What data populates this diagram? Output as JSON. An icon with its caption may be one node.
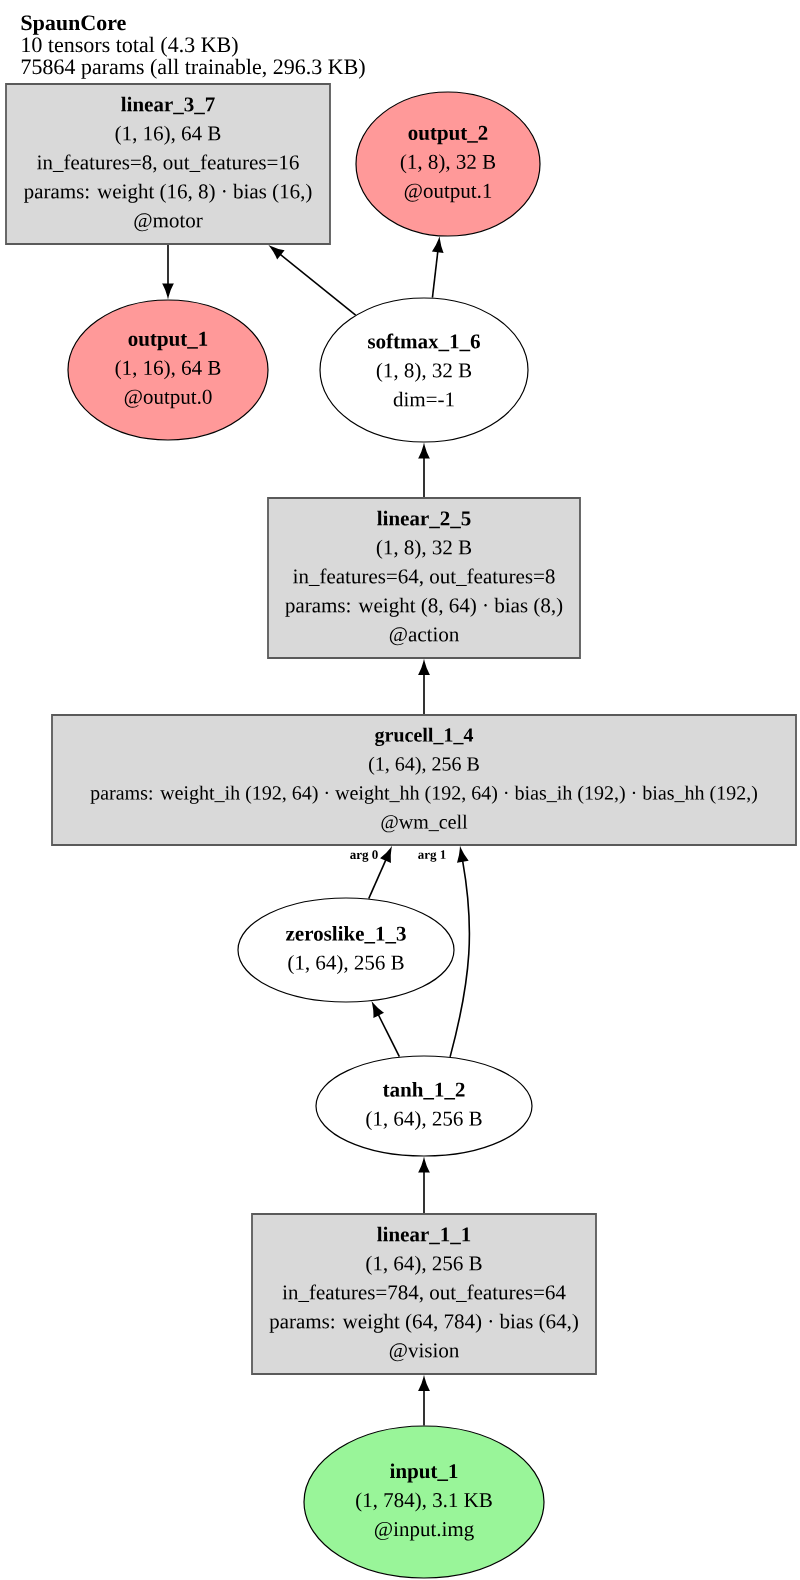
{
  "diagram": {
    "title": "SpaunCore",
    "nodes": [
      {
        "text": [
          "linear_3_7",
          "(1, 16), 64 B",
          "in_features=8, out_features=16",
          "params: weight (16, 8) · bias (16,)",
          "@motor"
        ]
      },
      {
        "text": [
          "output_2",
          "(1, 8), 32 B",
          "@output.1"
        ]
      },
      {
        "text": [
          "output_1",
          "(1, 16), 64 B",
          "@output.0"
        ]
      },
      {
        "text": [
          "softmax_1_6",
          "(1, 8), 32 B",
          "dim=-1"
        ]
      },
      {
        "text": [
          "linear_2_5",
          "(1, 8), 32 B",
          "in_features=64, out_features=8",
          "params: weight (8, 64) · bias (8,)",
          "@action"
        ]
      },
      {
        "text": [
          "grucell_1_4",
          "(1, 64), 256 B",
          "params: weight_ih (192, 64) · weight_hh (192, 64) · bias_ih (192,) · bias_hh (192,)",
          "@wm_cell"
        ]
      },
      {
        "text": [
          "zeroslike_1_3",
          "(1, 64), 256 B"
        ]
      },
      {
        "text": [
          "tanh_1_2",
          "(1, 64), 256 B"
        ]
      },
      {
        "text": [
          "linear_1_1",
          "(1, 64), 256 B",
          "in_features=784, out_features=64",
          "params: weight (64, 784) · bias (64,)",
          "@vision"
        ]
      },
      {
        "text": [
          "input_1",
          "(1, 784), 3.1 KB",
          "@input.img"
        ]
      }
    ],
    "edges": [
      {
        "from": 0,
        "to": 2,
        "arrow": "to"
      },
      {
        "from": 3,
        "to": 0,
        "arrow": "to"
      },
      {
        "from": 3,
        "to": 1,
        "arrow": "to"
      },
      {
        "from": 4,
        "to": 3,
        "arrow": "to"
      },
      {
        "from": 5,
        "to": 4,
        "arrow": "to"
      },
      {
        "from": 6,
        "to": 5,
        "arrow": "to",
        "label": "arg 0"
      },
      {
        "from": 7,
        "to": 5,
        "arrow": "to",
        "label": "arg 1"
      },
      {
        "from": 7,
        "to": 6,
        "arrow": "to"
      },
      {
        "from": 8,
        "to": 7,
        "arrow": "to"
      },
      {
        "from": 9,
        "to": 8,
        "arrow": "to"
      }
    ],
    "labels": [
      "10 tensors total (4.3 KB)",
      "75864 params (all trainable, 296.3 KB)"
    ]
  }
}
